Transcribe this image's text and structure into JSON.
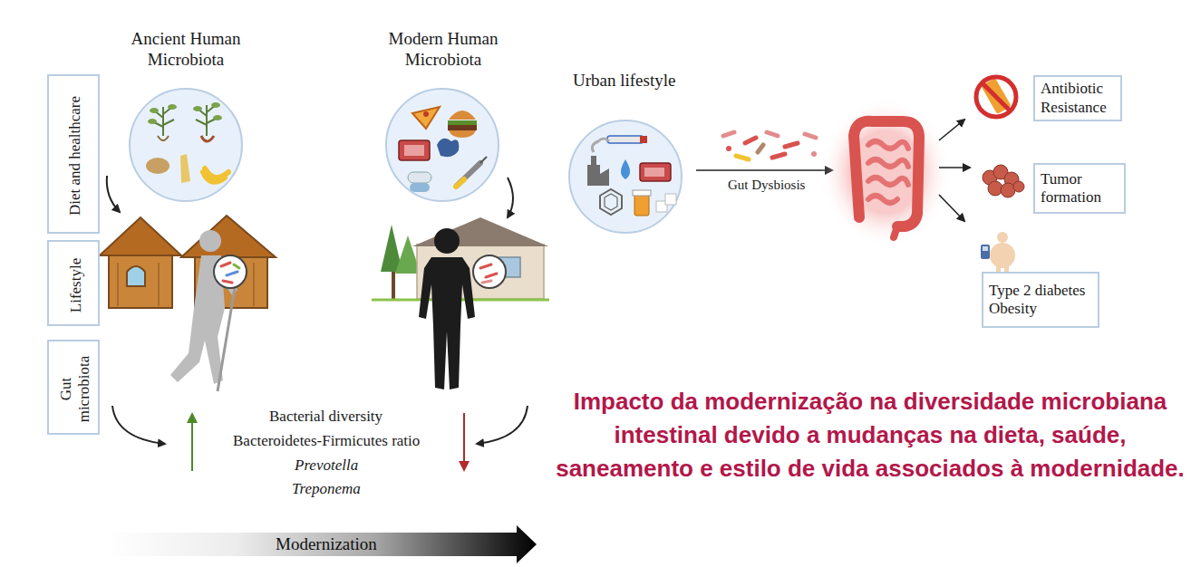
{
  "diagram": {
    "caption": "Impacto da modernização na diversidade microbiana intestinal devido a mudanças na dieta, saúde, saneamento e estilo de vida associados à modernidade.",
    "nodes": [
      {
        "text": [
          "Diet and healthcare"
        ]
      },
      {
        "text": [
          "Lifestyle"
        ]
      },
      {
        "text": [
          "Gut microbiota"
        ]
      },
      {
        "text": [
          "Ancient Human Microbiota"
        ]
      },
      {
        "text": [
          "Modern Human Microbiota"
        ]
      },
      {
        "text": [
          "Urban lifestyle"
        ]
      },
      {
        "text": [
          "Antibiotic Resistance"
        ]
      },
      {
        "text": [
          "Tumor formation"
        ]
      },
      {
        "text": [
          "Type 2 diabetes Obesity"
        ]
      }
    ],
    "labels": [
      "Bacterial diversity",
      "Bacteroidetes-Firmicutes ratio",
      "Prevotella",
      "Treponema",
      "Modernization",
      "Gut Dysbiosis"
    ]
  }
}
